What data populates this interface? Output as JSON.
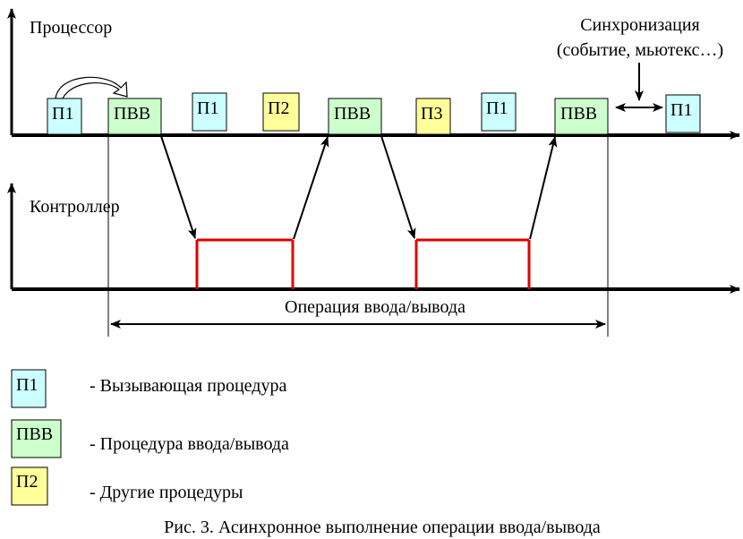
{
  "labels": {
    "processor": "Процессор",
    "controller": "Контроллер",
    "sync_line1": "Синхронизация",
    "sync_line2": "(событие, мьютекс…)",
    "io_operation": "Операция ввода/вывода"
  },
  "processor_blocks": [
    "П1",
    "ПВВ",
    "П1",
    "П2",
    "ПВВ",
    "П3",
    "П1",
    "ПВВ",
    "П1"
  ],
  "legend": [
    {
      "box": "П1",
      "text": "- Вызывающая процедура"
    },
    {
      "box": "ПВВ",
      "text": "- Процедура ввода/вывода"
    },
    {
      "box": "П2",
      "text": "- Другие процедуры"
    }
  ],
  "caption": "Рис. 3. Асинхронное выполнение операции ввода/вывода",
  "colors": {
    "caller": "#ccffff",
    "io_proc": "#ccffcc",
    "other": "#ffff99",
    "io_op": "#e00000",
    "line": "#000000"
  }
}
